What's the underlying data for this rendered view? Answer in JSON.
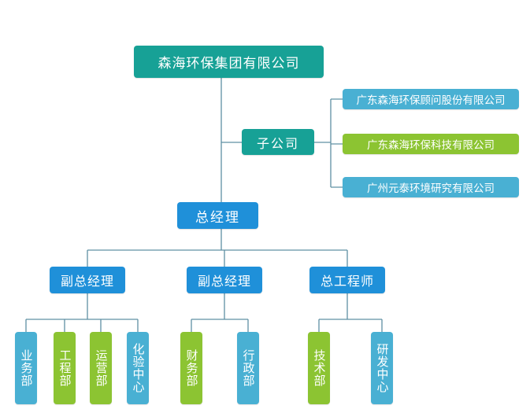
{
  "org": {
    "root": {
      "label": "森海环保集团有限公司",
      "color": "#17a196"
    },
    "subsidiary": {
      "label": "子公司",
      "color": "#17a196",
      "companies": [
        {
          "label": "广东森海环保顾问股份有限公司",
          "color": "#49b0d3"
        },
        {
          "label": "广东森海环保科技有限公司",
          "color": "#8cc432"
        },
        {
          "label": "广州元泰环境研究有限公司",
          "color": "#49b0d3"
        }
      ]
    },
    "general_manager": {
      "label": "总经理",
      "color": "#1f90d9"
    },
    "managers": [
      {
        "label": "副总经理",
        "departments": [
          {
            "label": "业务部",
            "color": "#49b0d3"
          },
          {
            "label": "工程部",
            "color": "#8cc432"
          },
          {
            "label": "运营部",
            "color": "#8cc432"
          },
          {
            "label": "化验中心",
            "color": "#49b0d3"
          }
        ]
      },
      {
        "label": "副总经理",
        "departments": [
          {
            "label": "财务部",
            "color": "#8cc432"
          },
          {
            "label": "行政部",
            "color": "#49b0d3"
          }
        ]
      },
      {
        "label": "总工程师",
        "departments": [
          {
            "label": "技术部",
            "color": "#8cc432"
          },
          {
            "label": "研发中心",
            "color": "#49b0d3"
          }
        ]
      }
    ],
    "line_color": "#5f90a3"
  }
}
